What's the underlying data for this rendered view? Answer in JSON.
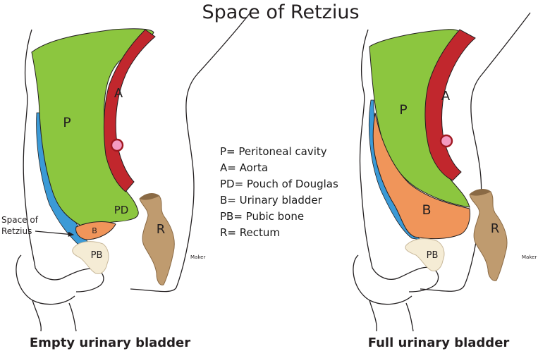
{
  "title": "Space of Retzius",
  "legend": [
    "P= Peritoneal cavity",
    "A= Aorta",
    "PD= Pouch of Douglas",
    "B= Urinary bladder",
    "PB= Pubic bone",
    "R= Rectum"
  ],
  "left_panel": {
    "caption": "Empty urinary bladder",
    "labels": {
      "p": "P",
      "a": "A",
      "pd": "PD",
      "b": "B",
      "pb": "PB",
      "r": "R",
      "maker": "Maker"
    },
    "callout_line1": "Space of",
    "callout_line2": "Retzius"
  },
  "right_panel": {
    "caption": "Full urinary bladder",
    "labels": {
      "p": "P",
      "a": "A",
      "b": "B",
      "pb": "PB",
      "r": "R",
      "maker": "Maker"
    }
  },
  "colors": {
    "peritoneal": "#8cc63f",
    "aorta": "#c1272d",
    "aorta_dot": "#f49ac1",
    "retzius_space": "#3b9ad6",
    "bladder": "#f0955a",
    "pubic_bone": "#f5ecd5",
    "rectum": "#bf9b6f",
    "outline": "#231f20"
  }
}
